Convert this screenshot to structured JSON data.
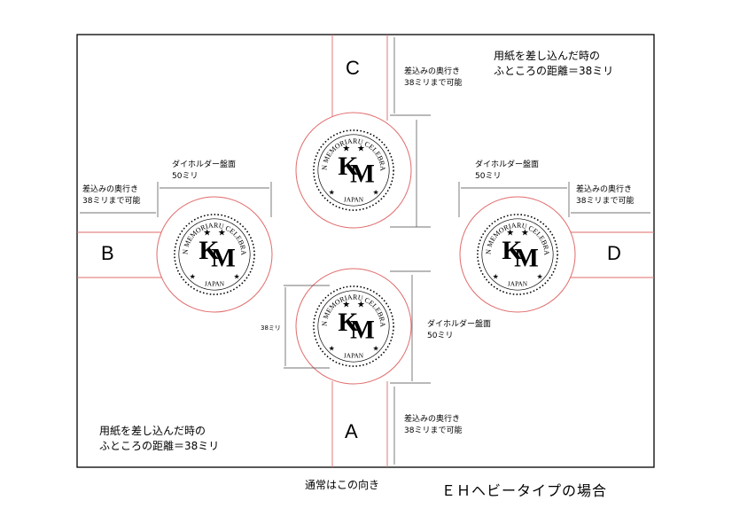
{
  "colors": {
    "frame": "#000000",
    "outline": "#e06b6b",
    "dim": "#444444"
  },
  "slots": {
    "top": "C",
    "left": "B",
    "right": "D",
    "bottom": "A"
  },
  "notes": {
    "distance_top": "用紙を差し込んだ時の\nふところの距離＝38ミリ",
    "distance_bottom": "用紙を差し込んだ時の\nふところの距離＝38ミリ",
    "depth": "差込みの奥行き\n38ミリまで可能",
    "holder_face": "ダイホルダー盤面\n50ミリ",
    "mm38": "38ミリ"
  },
  "seal": {
    "monogram_k": "K",
    "monogram_m": "M",
    "ring_text": "KINEN MEMORIARU CELEBRATION",
    "bottom_text": "JAPAN"
  },
  "footer": {
    "orientation": "通常はこの向き"
  },
  "title": "ＥＨヘビータイプの場合"
}
